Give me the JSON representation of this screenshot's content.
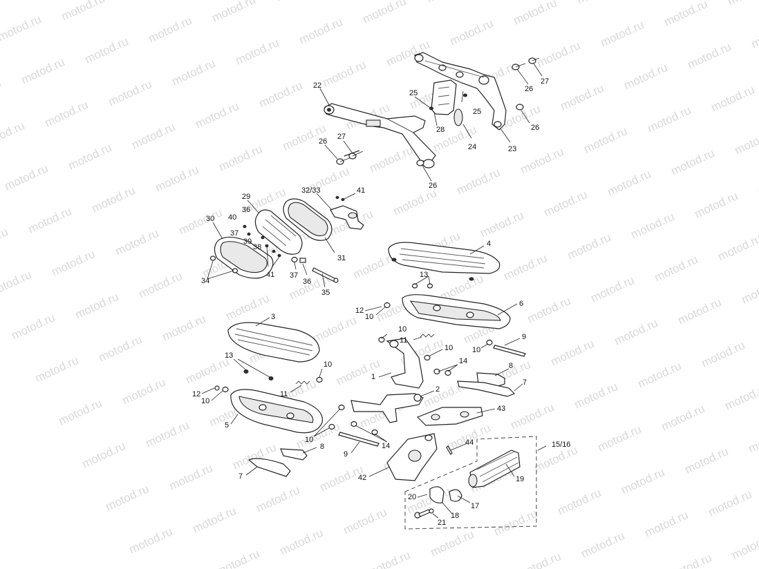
{
  "watermark": {
    "text": "motod.ru"
  },
  "callouts": [
    {
      "id": "c22",
      "text": "22"
    },
    {
      "id": "c25a",
      "text": "25"
    },
    {
      "id": "c25b",
      "text": "25"
    },
    {
      "id": "c26a",
      "text": "26"
    },
    {
      "id": "c27a",
      "text": "27"
    },
    {
      "id": "c26b",
      "text": "26"
    },
    {
      "id": "c28",
      "text": "28"
    },
    {
      "id": "c24",
      "text": "24"
    },
    {
      "id": "c23",
      "text": "23"
    },
    {
      "id": "c26c",
      "text": "26"
    },
    {
      "id": "c26d",
      "text": "26"
    },
    {
      "id": "c27b",
      "text": "27"
    },
    {
      "id": "c29",
      "text": "29"
    },
    {
      "id": "c3233",
      "text": "32/33"
    },
    {
      "id": "c41a",
      "text": "41"
    },
    {
      "id": "c30",
      "text": "30"
    },
    {
      "id": "c36a",
      "text": "36"
    },
    {
      "id": "c40",
      "text": "40"
    },
    {
      "id": "c37a",
      "text": "37"
    },
    {
      "id": "c39",
      "text": "39"
    },
    {
      "id": "c38",
      "text": "38"
    },
    {
      "id": "c31",
      "text": "31"
    },
    {
      "id": "c34",
      "text": "34"
    },
    {
      "id": "c41b",
      "text": "41"
    },
    {
      "id": "c37b",
      "text": "37"
    },
    {
      "id": "c36b",
      "text": "36"
    },
    {
      "id": "c35",
      "text": "35"
    },
    {
      "id": "c4",
      "text": "4"
    },
    {
      "id": "c13a",
      "text": "13"
    },
    {
      "id": "c6",
      "text": "6"
    },
    {
      "id": "c12a",
      "text": "12"
    },
    {
      "id": "c10a",
      "text": "10"
    },
    {
      "id": "c10b",
      "text": "10"
    },
    {
      "id": "c11a",
      "text": "11"
    },
    {
      "id": "c10c",
      "text": "10"
    },
    {
      "id": "c9a",
      "text": "9"
    },
    {
      "id": "c10d",
      "text": "10"
    },
    {
      "id": "c3",
      "text": "3"
    },
    {
      "id": "c13b",
      "text": "13"
    },
    {
      "id": "c10e",
      "text": "10"
    },
    {
      "id": "c14a",
      "text": "14"
    },
    {
      "id": "c8a",
      "text": "8"
    },
    {
      "id": "c1",
      "text": "1"
    },
    {
      "id": "c7a",
      "text": "7"
    },
    {
      "id": "c12b",
      "text": "12"
    },
    {
      "id": "c10f",
      "text": "10"
    },
    {
      "id": "c11b",
      "text": "11"
    },
    {
      "id": "c2",
      "text": "2"
    },
    {
      "id": "c43",
      "text": "43"
    },
    {
      "id": "c5",
      "text": "5"
    },
    {
      "id": "c10g",
      "text": "10"
    },
    {
      "id": "c14b",
      "text": "14"
    },
    {
      "id": "c9b",
      "text": "9"
    },
    {
      "id": "c8b",
      "text": "8"
    },
    {
      "id": "c44",
      "text": "44"
    },
    {
      "id": "c1516",
      "text": "15/16"
    },
    {
      "id": "c7b",
      "text": "7"
    },
    {
      "id": "c42",
      "text": "42"
    },
    {
      "id": "c19",
      "text": "19"
    },
    {
      "id": "c20",
      "text": "20"
    },
    {
      "id": "c17",
      "text": "17"
    },
    {
      "id": "c18",
      "text": "18"
    },
    {
      "id": "c21",
      "text": "21"
    }
  ]
}
